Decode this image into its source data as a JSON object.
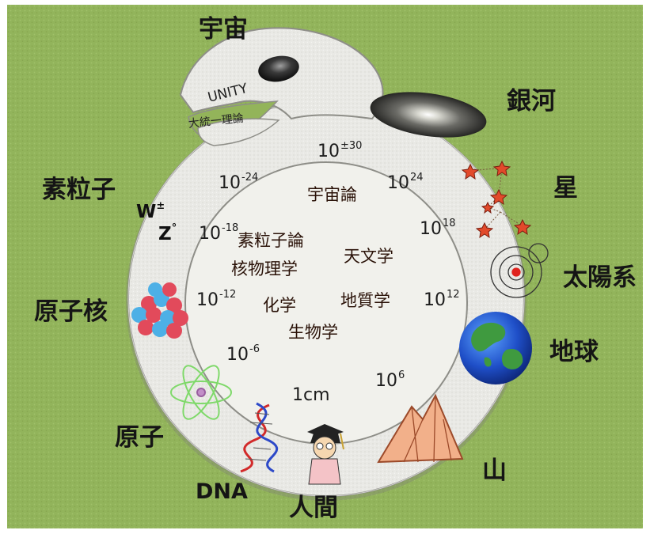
{
  "outer_labels": {
    "universe": "宇宙",
    "galaxy": "銀河",
    "star": "星",
    "solar_system": "太陽系",
    "earth": "地球",
    "mountain": "山",
    "human": "人間",
    "dna": "DNA",
    "atom": "原子",
    "nucleus": "原子核",
    "particle": "素粒子"
  },
  "head_labels": {
    "unity": "UNITY",
    "grand_unified": "大統一理論"
  },
  "boson_labels": {
    "w": "W",
    "w_sup": "±",
    "z": "Z",
    "z_sup": "°"
  },
  "scale_labels": {
    "top": {
      "base": "10",
      "exp": "±30"
    },
    "inner_left_1": {
      "base": "10",
      "exp": "-24"
    },
    "inner_left_2": {
      "base": "10",
      "exp": "-18"
    },
    "inner_left_3": {
      "base": "10",
      "exp": "-12"
    },
    "inner_left_4": {
      "base": "10",
      "exp": "-6"
    },
    "inner_right_1": {
      "base": "10",
      "exp": "24"
    },
    "inner_right_2": {
      "base": "10",
      "exp": "18"
    },
    "inner_right_3": {
      "base": "10",
      "exp": "12"
    },
    "inner_right_4": {
      "base": "10",
      "exp": "6"
    },
    "bottom": "1cm"
  },
  "field_labels": {
    "cosmology": "宇宙論",
    "particle_theory": "素粒子論",
    "nuclear_physics": "核物理学",
    "astronomy": "天文学",
    "chemistry": "化学",
    "geology": "地質学",
    "biology": "生物学"
  },
  "colors": {
    "background": "#93b45a",
    "ring": "#ececea",
    "ring_edge": "#8e8e88",
    "inner": "#f1f1ec"
  }
}
